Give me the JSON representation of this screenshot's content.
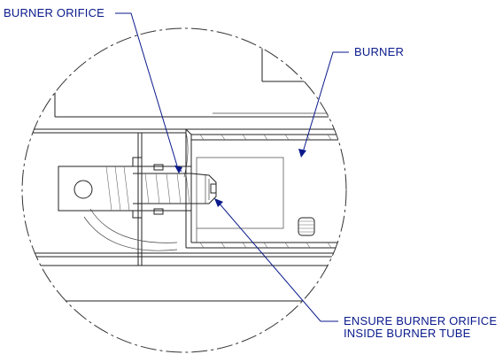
{
  "labels": {
    "burner_orifice": "BURNER ORIFICE",
    "burner": "BURNER",
    "ensure_line1": "ENSURE BURNER ORIFICE",
    "ensure_line2": "INSIDE BURNER TUBE"
  },
  "colors": {
    "callout": "#0a1a8c",
    "linework": "#222222",
    "background": "#ffffff"
  }
}
